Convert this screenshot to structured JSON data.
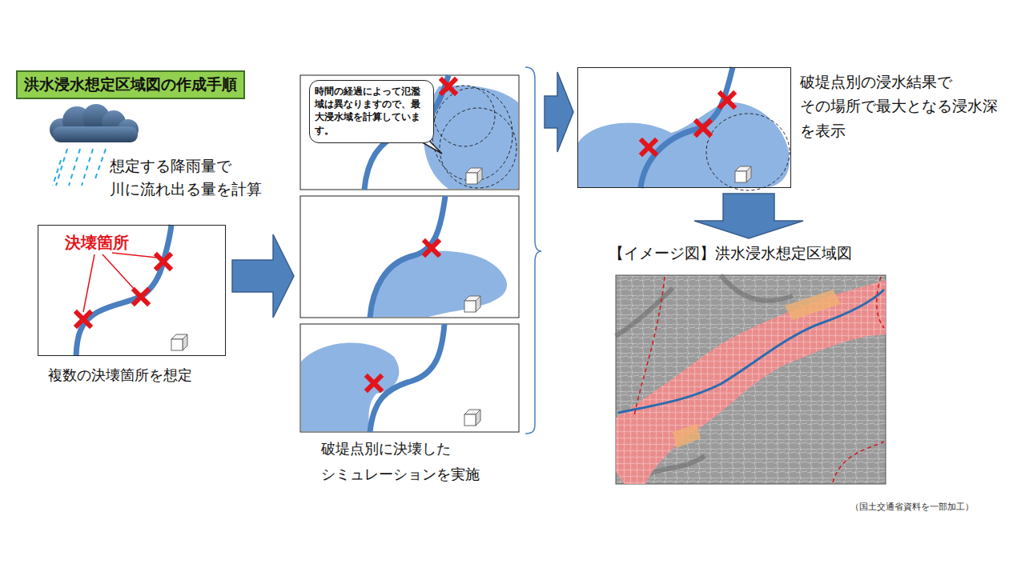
{
  "diagram": {
    "title": "洪水浸水想定区域図の作成手順",
    "nodes": [
      {
        "text": [
          "決壊箇所",
          "複数の決壊箇所を想定"
        ]
      },
      {
        "text": [
          "破堤点別に決壊した シミュレーションを実施"
        ]
      },
      {
        "text": [
          "時間の経過によって氾濫域は異なりますので、最大浸水域を計算しています。"
        ],
        "in": 1
      },
      {
        "text": [
          "破堤点別の浸水結果で その場所で最大となる浸水深 を表示"
        ]
      },
      {
        "text": [
          "【イメージ図】洪水浸水想定区域図"
        ]
      }
    ],
    "edges": [
      {
        "from": 0,
        "to": 1,
        "arrow": "to"
      },
      {
        "from": 1,
        "to": 3,
        "arrow": "to"
      },
      {
        "from": 3,
        "to": 4,
        "arrow": "to"
      }
    ],
    "labels": [
      "想定する降雨量で 川に流れ出る量を計算",
      "（国土交通省資料を一部加工）"
    ]
  }
}
